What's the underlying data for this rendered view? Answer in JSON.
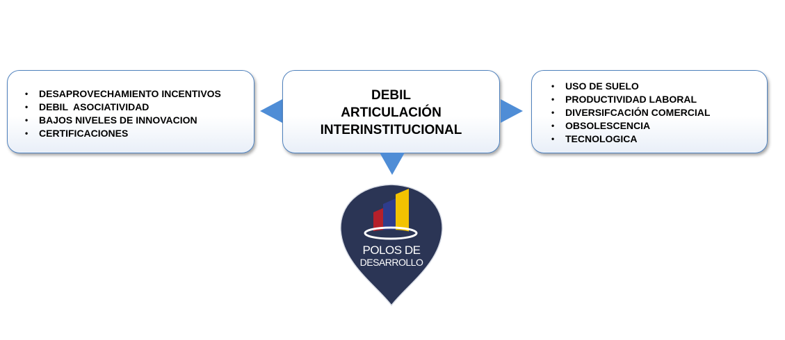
{
  "diagram": {
    "left_box": {
      "items": [
        "DESAPROVECHAMIENTO INCENTIVOS",
        "DEBIL  ASOCIATIVIDAD",
        "BAJOS NIVELES DE INNOVACION",
        "CERTIFICACIONES"
      ]
    },
    "center_box": {
      "lines": [
        "DEBIL",
        "ARTICULACIÓN",
        "INTERINSTITUCIONAL"
      ]
    },
    "right_box": {
      "items": [
        "USO DE SUELO",
        "PRODUCTIVIDAD LABORAL",
        "DIVERSIFCACIÓN COMERCIAL",
        "OBSOLESCENCIA",
        "TECNOLOGICA"
      ]
    },
    "bullet_char": "•"
  },
  "logo": {
    "line1": "POLOS DE",
    "line2": "DESARROLLO",
    "colors": {
      "shield": "#2b3555",
      "bar_red": "#b5202a",
      "bar_blue": "#2e3c8c",
      "bar_yellow": "#f2c200"
    }
  },
  "colors": {
    "box_border": "#4f81bd",
    "arrow": "#4f8dd6"
  }
}
